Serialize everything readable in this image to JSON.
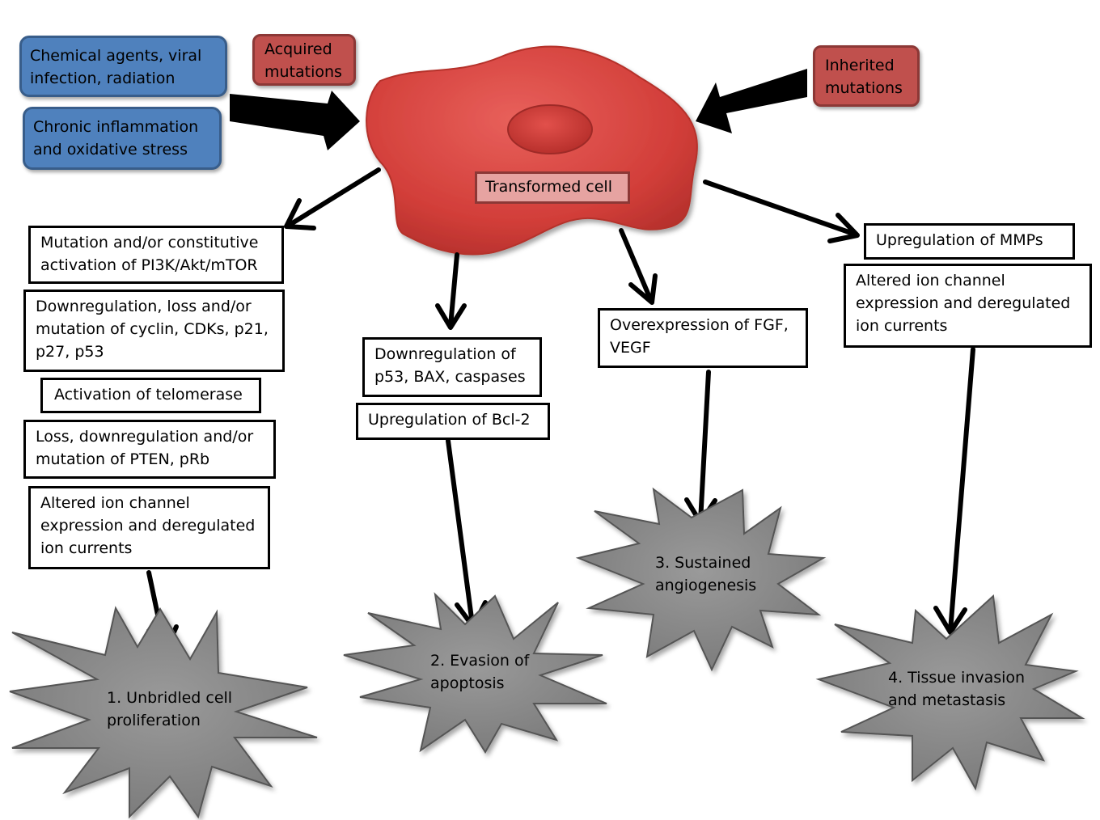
{
  "causes": {
    "chemical": "Chemical agents, viral\ninfection, radiation",
    "inflammation": "Chronic inflammation\nand oxidative stress",
    "acquired": "Acquired\nmutations",
    "inherited": "Inherited\nmutations"
  },
  "cell": {
    "label": "Transformed cell"
  },
  "column1": {
    "boxes": [
      "Mutation and/or constitutive\nactivation of PI3K/Akt/mTOR",
      "Downregulation, loss and/or\nmutation of cyclin, CDKs, p21,\np27, p53",
      "Activation of telomerase",
      "Loss, downregulation and/or\nmutation of PTEN, pRb",
      "Altered ion channel\nexpression and deregulated\nion currents"
    ],
    "outcome": "1. Unbridled cell\nproliferation"
  },
  "column2": {
    "boxes": [
      "Downregulation of\np53, BAX, caspases",
      "Upregulation of Bcl-2"
    ],
    "outcome": "2. Evasion of\napoptosis"
  },
  "column3": {
    "boxes": [
      "Overexpression of FGF,\nVEGF"
    ],
    "outcome": "3. Sustained\nangiogenesis"
  },
  "column4": {
    "boxes": [
      "Upregulation of MMPs",
      "Altered ion channel\nexpression and deregulated\nion currents"
    ],
    "outcome": "4. Tissue invasion\nand metastasis"
  },
  "colors": {
    "cell_fill": "#d9403c",
    "cause_blue": "#4f81bd",
    "mutation_red": "#c0504d",
    "star_fill": "#8c8c8c"
  }
}
